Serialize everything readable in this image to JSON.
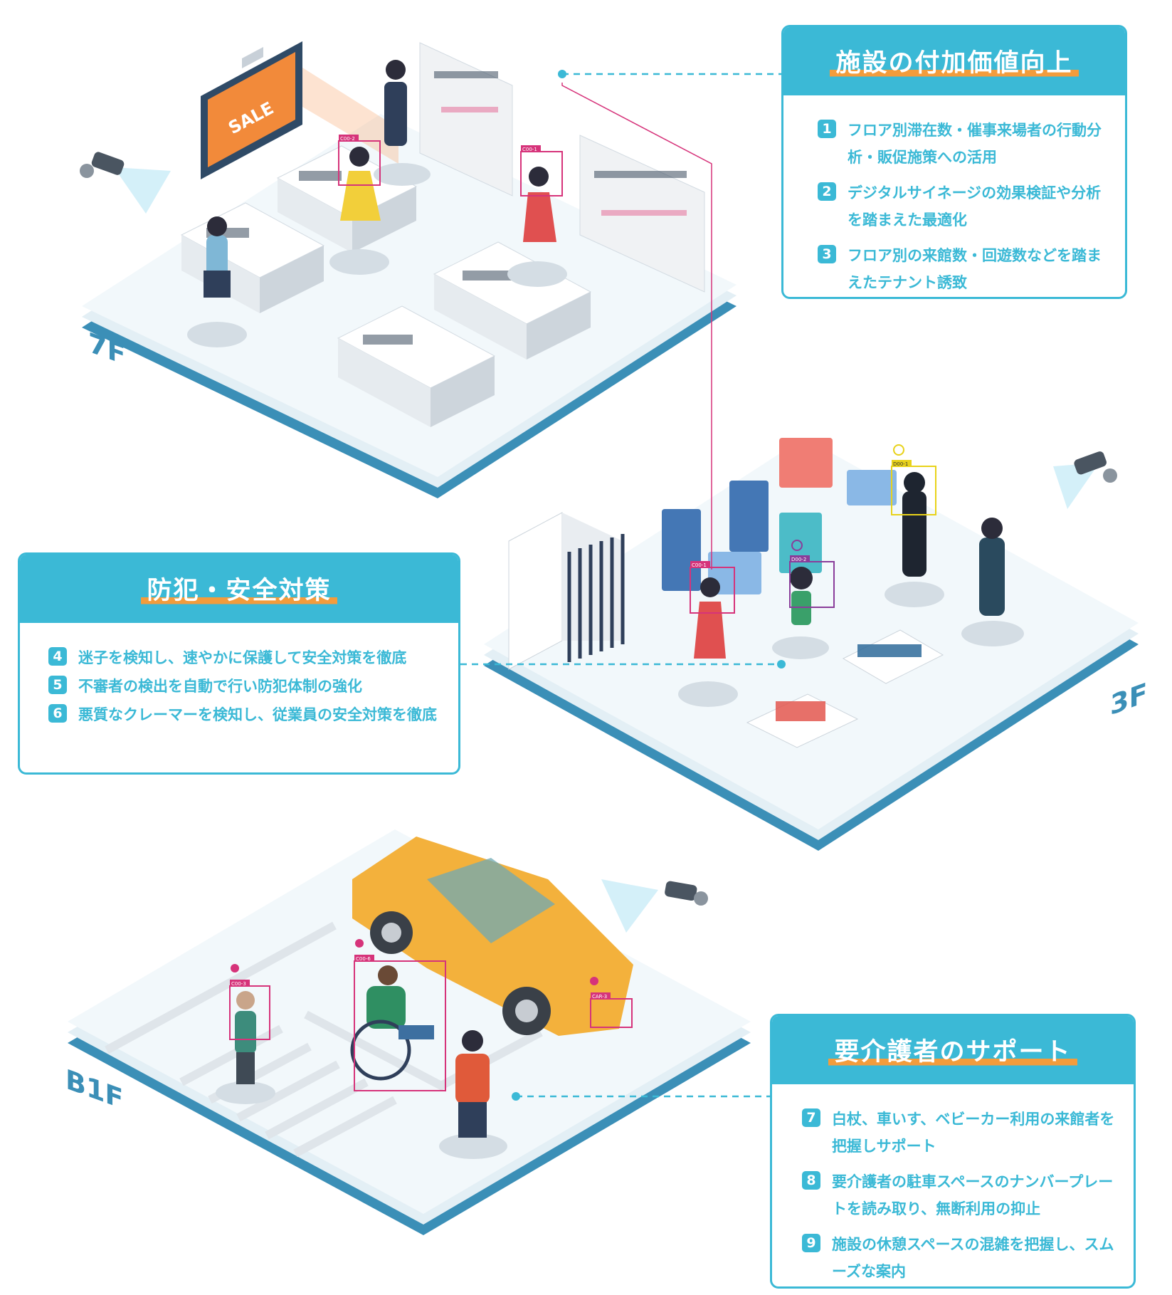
{
  "panels": {
    "value_add": {
      "title": "施設の付加価値向上",
      "items": [
        {
          "num": "1",
          "text": "フロア別滞在数・催事来場者の行動分析・販促施策への活用"
        },
        {
          "num": "2",
          "text": "デジタルサイネージの効果検証や分析を踏まえた最適化"
        },
        {
          "num": "3",
          "text": "フロア別の来館数・回遊数などを踏まえたテナント誘致"
        }
      ]
    },
    "security": {
      "title": "防犯・安全対策",
      "items": [
        {
          "num": "4",
          "text": "迷子を検知し、速やかに保護して安全対策を徹底"
        },
        {
          "num": "5",
          "text": "不審者の検出を自動で行い防犯体制の強化"
        },
        {
          "num": "6",
          "text": "悪質なクレーマーを検知し、従業員の安全対策を徹底"
        }
      ]
    },
    "care": {
      "title": "要介護者のサポート",
      "items": [
        {
          "num": "7",
          "text": "白杖、車いす、ベビーカー利用の来館者を把握しサポート"
        },
        {
          "num": "8",
          "text": "要介護者の駐車スペースのナンバープレートを読み取り、無断利用の抑止"
        },
        {
          "num": "9",
          "text": "施設の休憩スペースの混雑を把握し、スムーズな案内"
        }
      ]
    }
  },
  "floors": {
    "f7": "7F",
    "f3": "3F",
    "b1": "B1F"
  },
  "signage_text": "SALE",
  "detections": {
    "c00_2": "C00-2",
    "c00_1_top": "C00-1",
    "d00_1": "D00-1",
    "c00_1_mid": "C00-1",
    "d00_2": "D00-2",
    "c00_3": "C00-3",
    "c00_6": "C00-6",
    "car_3": "CAR-3"
  },
  "colors": {
    "accent": "#3bb9d6",
    "highlight": "#f39c3c",
    "detect_pink": "#d6337a",
    "detect_yellow": "#e8d21a",
    "detect_purple": "#8a3d9a",
    "car": "#f3b13c",
    "floor": "#eef7fb",
    "floor_edge": "#3b8fb7"
  }
}
